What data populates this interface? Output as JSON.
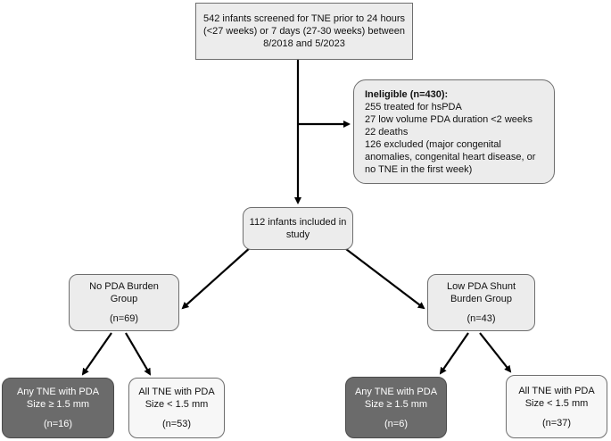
{
  "colors": {
    "box_light": "#ececec",
    "box_white": "#f7f7f7",
    "box_dark": "#6b6b6b",
    "border": "#6e6e6e",
    "arrow": "#000000"
  },
  "screened": {
    "lines": [
      "542 infants screened for TNE prior to 24 hours",
      "(<27 weeks) or 7 days (27-30 weeks) between",
      "8/2018 and 5/2023"
    ]
  },
  "ineligible": {
    "heading": "Ineligible (n=430):",
    "lines": [
      "255 treated for hsPDA",
      "27 low volume PDA duration <2 weeks",
      "22 deaths",
      "126 excluded (major congenital",
      "anomalies, congenital heart disease, or",
      "no TNE in the first week)"
    ]
  },
  "included": {
    "lines": [
      "112 infants included in",
      "study"
    ]
  },
  "no_pda_group": {
    "lines": [
      "No PDA Burden",
      "Group"
    ],
    "count": "(n=69)"
  },
  "low_pda_group": {
    "lines": [
      "Low PDA Shunt",
      "Burden Group"
    ],
    "count": "(n=43)"
  },
  "no_pda_any": {
    "lines": [
      "Any TNE with PDA",
      "Size ≥ 1.5 mm"
    ],
    "count": "(n=16)"
  },
  "no_pda_all": {
    "lines": [
      "All TNE with PDA",
      "Size < 1.5 mm"
    ],
    "count": "(n=53)"
  },
  "low_pda_any": {
    "lines": [
      "Any TNE with PDA",
      "Size ≥ 1.5 mm"
    ],
    "count": "(n=6)"
  },
  "low_pda_all": {
    "lines": [
      "All TNE with PDA",
      "Size < 1.5 mm"
    ],
    "count": "(n=37)"
  }
}
